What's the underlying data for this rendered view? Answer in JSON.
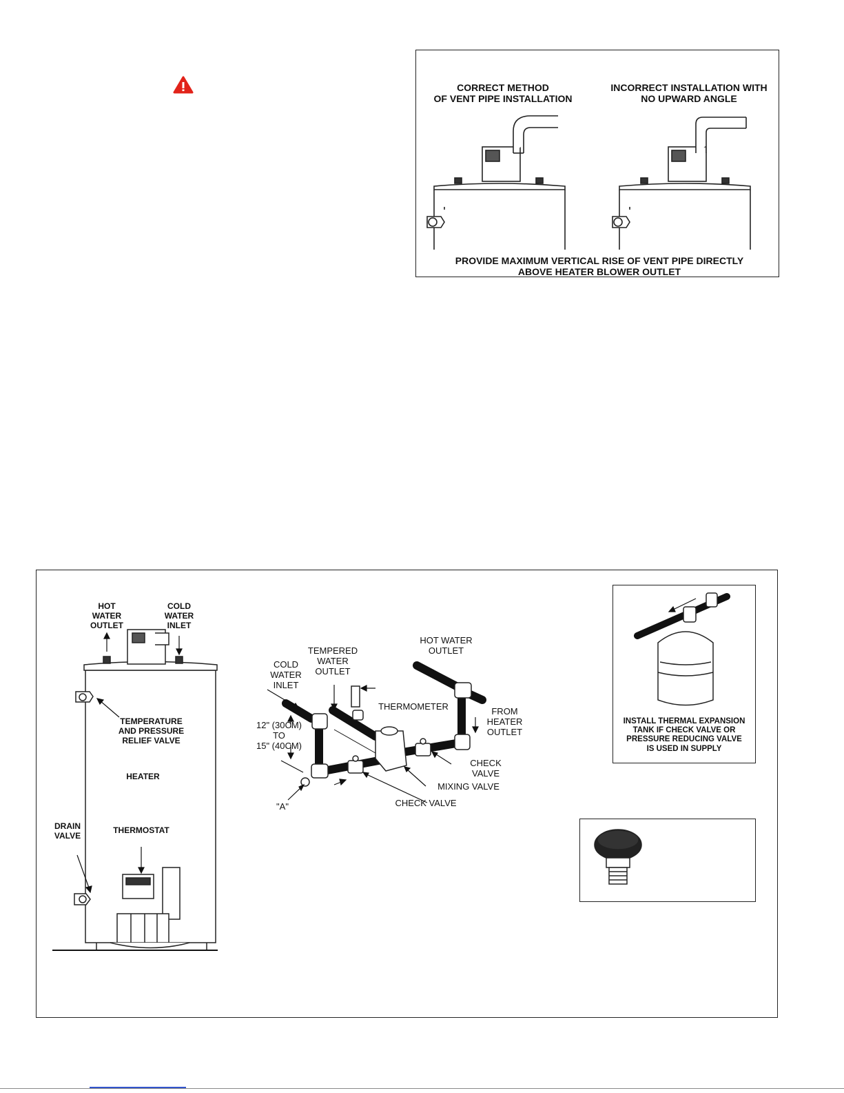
{
  "warning_icon": {
    "name": "warning-triangle-icon",
    "color": "#e2231a"
  },
  "vent_figure": {
    "correct_title": "CORRECT METHOD\nOF VENT PIPE INSTALLATION",
    "incorrect_title": "INCORRECT INSTALLATION WITH\nNO UPWARD ANGLE",
    "caption": "PROVIDE MAXIMUM VERTICAL RISE OF VENT PIPE DIRECTLY\nABOVE HEATER BLOWER OUTLET"
  },
  "piping_figure": {
    "heater": {
      "hot_water_outlet": "HOT\nWATER\nOUTLET",
      "cold_water_inlet": "COLD\nWATER\nINLET",
      "tp_valve": "TEMPERATURE\nAND PRESSURE\nRELIEF VALVE",
      "heater": "HEATER",
      "drain_valve": "DRAIN\nVALVE",
      "thermostat": "THERMOSTAT"
    },
    "mixing": {
      "cold_water_inlet": "COLD\nWATER\nINLET",
      "tempered_water_outlet": "TEMPERED\nWATER\nOUTLET",
      "hot_water_outlet": "HOT WATER\nOUTLET",
      "thermometer": "THERMOMETER",
      "from_heater_outlet": "FROM\nHEATER\nOUTLET",
      "height": "12\" (30CM)\nTO\n15\" (40CM)",
      "check_valve_right": "CHECK\nVALVE",
      "mixing_valve": "MIXING VALVE",
      "check_valve_bottom": "CHECK VALVE",
      "point_a": "\"A\""
    },
    "expansion_tank": {
      "caption": "INSTALL THERMAL EXPANSION\nTANK IF CHECK VALVE OR\nPRESSURE REDUCING VALVE\nIS USED IN SUPPLY"
    }
  }
}
